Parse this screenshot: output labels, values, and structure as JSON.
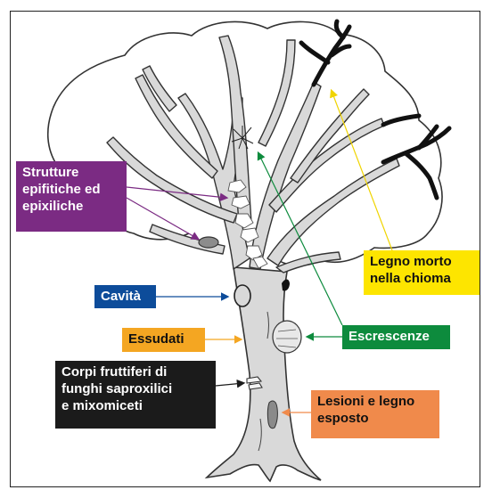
{
  "labels": {
    "strutture": [
      "Strutture",
      "epifitiche ed",
      "epixiliche"
    ],
    "legno_morto": [
      "Legno morto",
      "nella chioma"
    ],
    "cavita": "Cavità",
    "essudati": "Essudati",
    "escrescenze": "Escrescenze",
    "corpi": [
      "Corpi fruttiferi di",
      "funghi saproxilici",
      "e mixomiceti"
    ],
    "lesioni": [
      "Lesioni e legno",
      "esposto"
    ]
  },
  "colors": {
    "strutture": "#7b2b83",
    "legno_morto": "#fde500",
    "cavita": "#0d4c9a",
    "essudati": "#f4a622",
    "escrescenze": "#0d8b3d",
    "corpi": "#1b1b1b",
    "lesioni": "#f08a4b",
    "tree_fill": "#d9d9d9",
    "tree_stroke": "#333333"
  }
}
